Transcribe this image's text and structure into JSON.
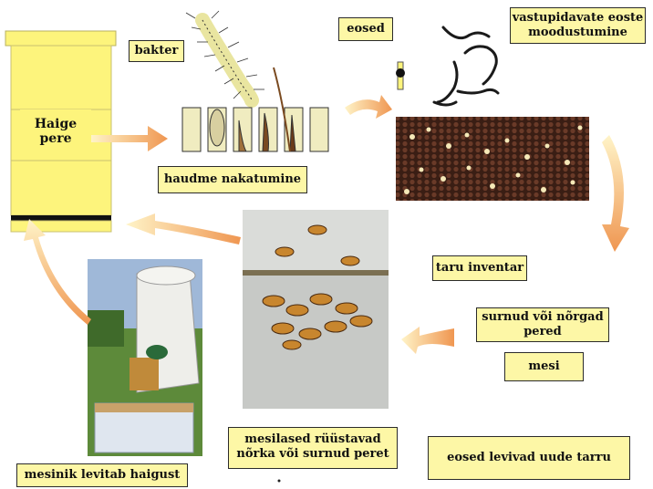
{
  "labels": {
    "bakter": "bakter",
    "eosed": "eosed",
    "vastupidavad_line1": "vastupidavate eoste",
    "vastupidavad_line2": "moodustumine",
    "haige_line1": "Haige",
    "haige_line2": "pere",
    "haudme": "haudme nakatumine",
    "taru_inventar": "taru inventar",
    "surnud_line1": "surnud või nõrgad",
    "surnud_line2": "pered",
    "mesi": "mesi",
    "mesilased_line1": "mesilased rüüstavad",
    "mesilased_line2": "nõrka või surnud peret",
    "mesinik": "mesinik levitab haigust",
    "eosed_levivad": "eosed levivad uude tarru"
  },
  "colors": {
    "label_fill": "#fdf7a6",
    "hive_fill": "#fdf47c",
    "arrow_fill": "#f3a560",
    "arrow_light": "#fde9a8"
  }
}
